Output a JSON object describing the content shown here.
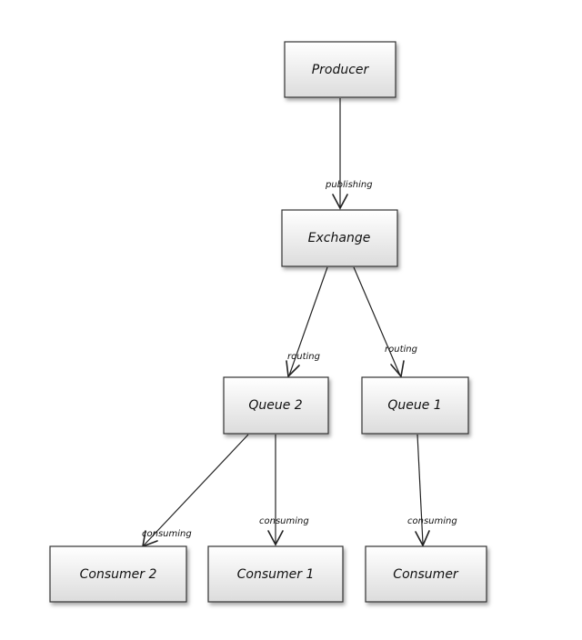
{
  "diagram": {
    "nodes": {
      "producer": {
        "label": "Producer"
      },
      "exchange": {
        "label": "Exchange"
      },
      "queue2": {
        "label": "Queue 2"
      },
      "queue1": {
        "label": "Queue 1"
      },
      "consumer2": {
        "label": "Consumer 2"
      },
      "consumer1": {
        "label": "Consumer 1"
      },
      "consumer": {
        "label": "Consumer"
      }
    },
    "edges": {
      "producer_exchange": {
        "label": "publishing"
      },
      "exchange_queue2": {
        "label": "routing"
      },
      "exchange_queue1": {
        "label": "routing"
      },
      "queue2_consumer2": {
        "label": "consuming"
      },
      "queue2_consumer1": {
        "label": "consuming"
      },
      "queue1_consumer": {
        "label": "consuming"
      }
    }
  }
}
